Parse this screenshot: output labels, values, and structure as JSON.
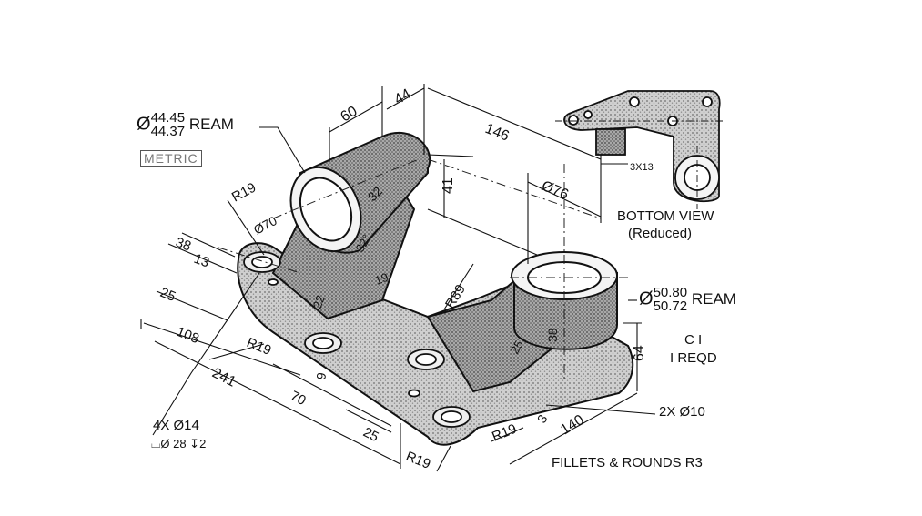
{
  "notes": {
    "ream_top_symbol": "Ø",
    "ream_top_upper": "44.45",
    "ream_top_lower": "44.37",
    "ream_top_word": "REAM",
    "metric": "METRIC",
    "bottom_view": "BOTTOM VIEW",
    "reduced": "(Reduced)",
    "ream_right_symbol": "Ø",
    "ream_right_upper": "50.80",
    "ream_right_lower": "50.72",
    "ream_right_word": "REAM",
    "material": "C I",
    "reqd": "I REQD",
    "holes_2x": "2X Ø10",
    "holes_4x": "4X Ø14",
    "counterbore": "⌴Ø 28 ↧2",
    "fillets": "FILLETS & ROUNDS R3",
    "slot": "3X13"
  },
  "dims": {
    "d60": "60",
    "d44": "44",
    "d146": "146",
    "d41": "41",
    "d76": "Ø76",
    "r19_top": "R19",
    "d70_dia": "Ø70",
    "d32": "32",
    "d38_left": "38",
    "d13": "13",
    "d32b": "32°",
    "d22": "22",
    "d19": "19",
    "r89": "R89",
    "d25_left": "25",
    "d108": "108",
    "r19_mid": "R19",
    "d241": "241",
    "d70": "70",
    "d9": "9",
    "d25_bot": "25",
    "r19_bot": "R19",
    "r19_right": "R19",
    "d140": "140",
    "d3": "3",
    "d64": "64",
    "d38_right": "38",
    "d25_right": "25"
  }
}
